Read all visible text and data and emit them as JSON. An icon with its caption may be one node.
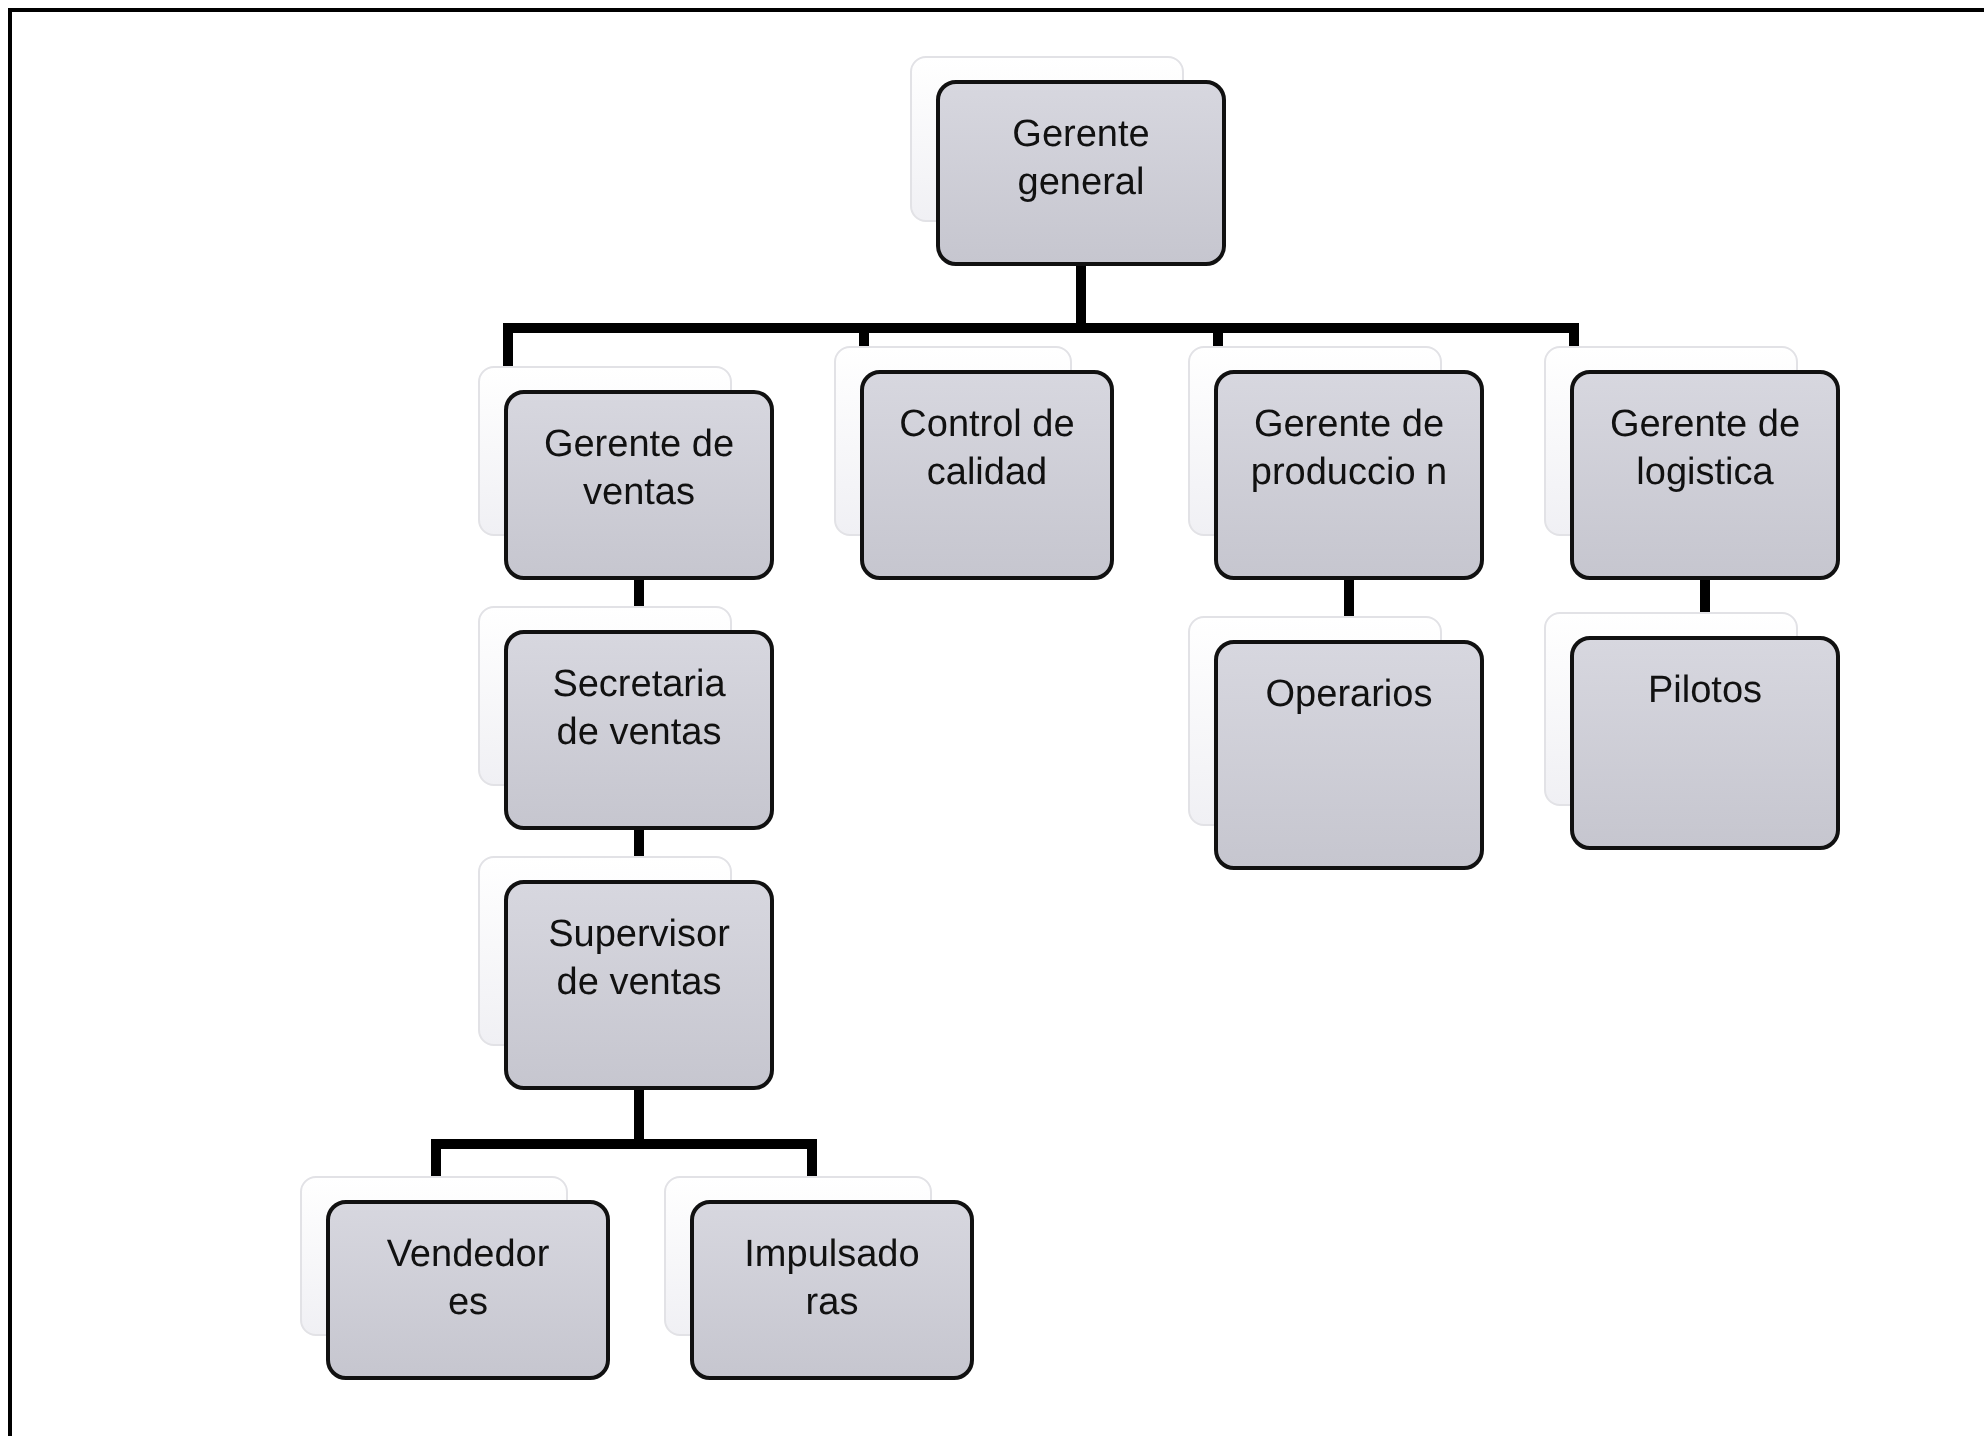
{
  "diagram": {
    "nodes": [
      {
        "text": [
          "Gerente general"
        ]
      },
      {
        "text": [
          "Gerente de ventas"
        ]
      },
      {
        "text": [
          "Control de calidad"
        ]
      },
      {
        "text": [
          "Gerente de produccio n"
        ]
      },
      {
        "text": [
          "Gerente de logistica"
        ]
      },
      {
        "text": [
          "Secretaria de ventas"
        ]
      },
      {
        "text": [
          "Operarios"
        ]
      },
      {
        "text": [
          "Pilotos"
        ]
      },
      {
        "text": [
          "Supervisor de ventas"
        ]
      },
      {
        "text": [
          "Vendedor es"
        ]
      },
      {
        "text": [
          "Impulsado ras"
        ]
      }
    ],
    "edges": [
      {
        "from": 0,
        "to": 1,
        "arrow": "none"
      },
      {
        "from": 0,
        "to": 2,
        "arrow": "none"
      },
      {
        "from": 0,
        "to": 3,
        "arrow": "none"
      },
      {
        "from": 0,
        "to": 4,
        "arrow": "none"
      },
      {
        "from": 1,
        "to": 5,
        "arrow": "none"
      },
      {
        "from": 3,
        "to": 6,
        "arrow": "none"
      },
      {
        "from": 4,
        "to": 7,
        "arrow": "none"
      },
      {
        "from": 5,
        "to": 8,
        "arrow": "none"
      },
      {
        "from": 8,
        "to": 9,
        "arrow": "none"
      },
      {
        "from": 8,
        "to": 10,
        "arrow": "none"
      }
    ]
  }
}
